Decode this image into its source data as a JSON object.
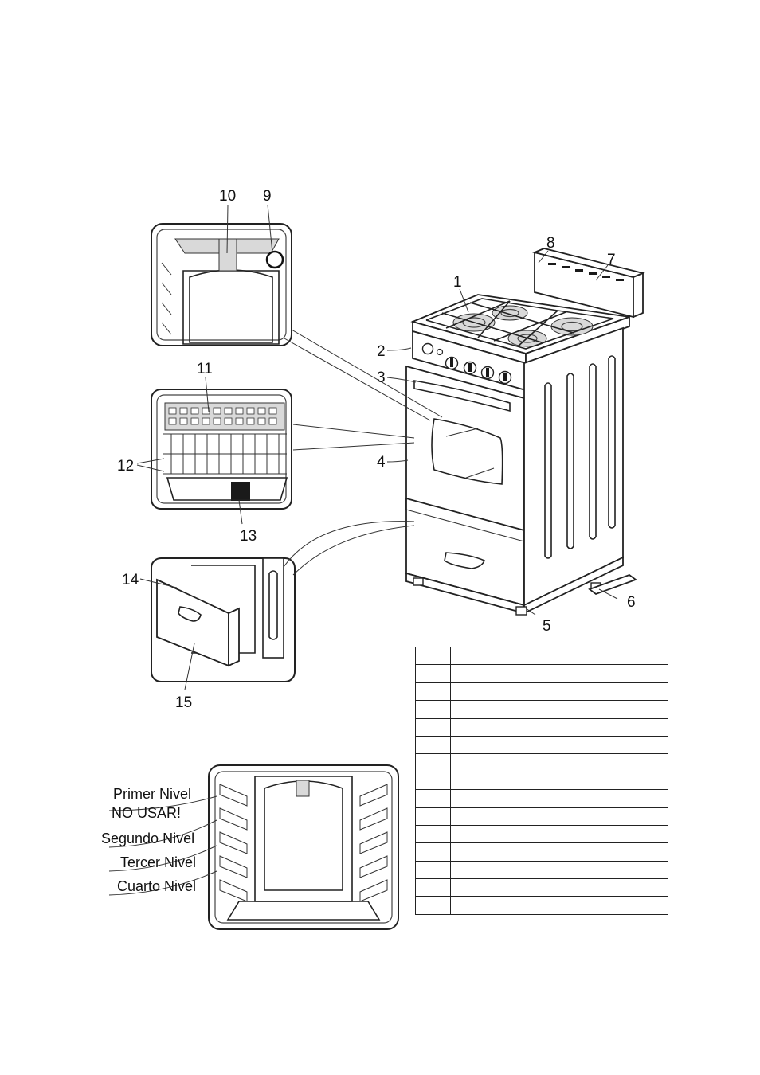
{
  "callouts": {
    "c1": "1",
    "c2": "2",
    "c3": "3",
    "c4": "4",
    "c5": "5",
    "c6": "6",
    "c7": "7",
    "c8": "8",
    "c9": "9",
    "c10": "10",
    "c11": "11",
    "c12": "12",
    "c13": "13",
    "c14": "14",
    "c15": "15"
  },
  "levels": {
    "l1a": "Primer Nivel",
    "l1b": "NO USAR!",
    "l2": "Segundo Nivel",
    "l3": "Tercer Nivel",
    "l4": "Cuarto Nivel"
  },
  "parts_table": {
    "rows": [
      [
        "",
        ""
      ],
      [
        "",
        ""
      ],
      [
        "",
        ""
      ],
      [
        "",
        ""
      ],
      [
        "",
        ""
      ],
      [
        "",
        ""
      ],
      [
        "",
        ""
      ],
      [
        "",
        ""
      ],
      [
        "",
        ""
      ],
      [
        "",
        ""
      ],
      [
        "",
        ""
      ],
      [
        "",
        ""
      ],
      [
        "",
        ""
      ],
      [
        "",
        ""
      ],
      [
        "",
        ""
      ]
    ]
  }
}
